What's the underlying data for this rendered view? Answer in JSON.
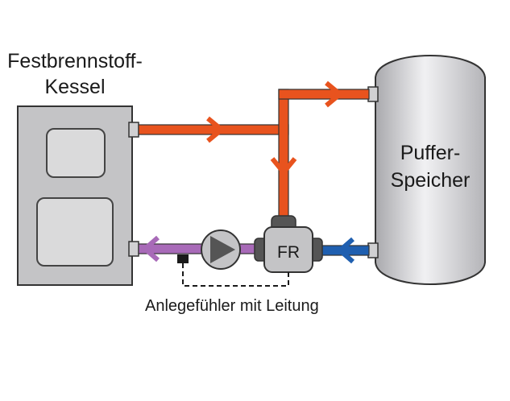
{
  "boiler": {
    "line1": "Festbrennstoff-",
    "line2": "Kessel"
  },
  "buffer": {
    "line1": "Puffer-",
    "line2": "Speicher"
  },
  "controller": {
    "label": "FR"
  },
  "sensor": {
    "caption": "Anlegefühler mit Leitung"
  },
  "colors": {
    "supply": "#e8531e",
    "return_mixed": "#a86ab8",
    "return_cold": "#1f5fb0",
    "unit_fill": "#c4c4c6",
    "outline": "#333333"
  }
}
